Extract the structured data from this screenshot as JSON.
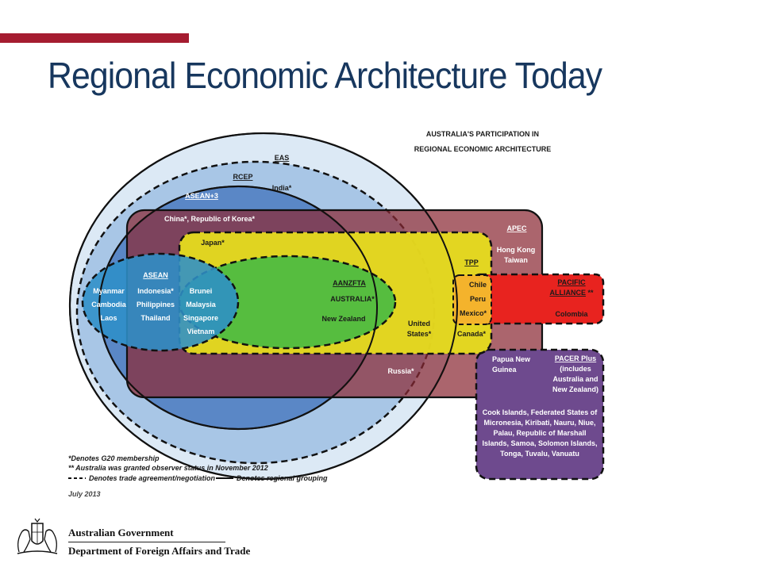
{
  "slide": {
    "title": "Regional Economic Architecture Today",
    "accent_color": "#a51c30",
    "title_color": "#17375e"
  },
  "diagram": {
    "header_line1": "AUSTRALIA'S PARTICIPATION IN",
    "header_line2": "REGIONAL ECONOMIC ARCHITECTURE",
    "eas": {
      "label": "EAS",
      "members": [
        "India*"
      ]
    },
    "rcep": {
      "label": "RCEP"
    },
    "asean_plus_3": {
      "label": "ASEAN+3",
      "members": [
        "China*, Republic of Korea*"
      ]
    },
    "japan": "Japan*",
    "apec": {
      "label": "APEC",
      "members": [
        "Hong Kong",
        "Taiwan"
      ]
    },
    "asean": {
      "label": "ASEAN",
      "col1": [
        "Myanmar",
        "Cambodia",
        "Laos"
      ],
      "col2": [
        "Indonesia*",
        "Philippines",
        "Thailand"
      ],
      "col3": [
        "Brunei",
        "Malaysia",
        "Singapore",
        "Vietnam"
      ]
    },
    "aanzfta": {
      "label": "AANZFTA",
      "australia": "AUSTRALIA*",
      "members": [
        "New Zealand"
      ]
    },
    "tpp": {
      "label": "TPP",
      "members": [
        "Chile",
        "Peru",
        "Mexico*"
      ]
    },
    "united_states": [
      "United",
      "States*"
    ],
    "canada": "Canada*",
    "russia": "Russia*",
    "pacific_alliance": {
      "label_line1": "PACIFIC",
      "label_line2": "ALLIANCE",
      "suffix": " **",
      "members": [
        "Colombia"
      ]
    },
    "pacer_plus": {
      "label": "PACER Plus",
      "note": [
        "(includes",
        "Australia and",
        "New Zealand)"
      ],
      "png": [
        "Papua New",
        "Guinea"
      ],
      "members": [
        "Cook Islands, Federated States of",
        "Micronesia, Kiribati, Nauru, Niue,",
        "Palau, Republic of Marshall",
        "Islands, Samoa, Solomon Islands,",
        "Tonga, Tuvalu, Vanuatu"
      ]
    },
    "legend": {
      "note1": "*Denotes G20 membership",
      "note2": "** Australia was granted observer status in November 2012",
      "dashed": "Denotes trade agreement/negotiation",
      "solid": "Denotes regional grouping",
      "date": "July 2013"
    },
    "colors": {
      "eas": "#dce9f5",
      "rcep": "#a8c6e6",
      "asean_plus_3": "#5a87c6",
      "apec": "#b0575a",
      "yellow": "#e6dc1e",
      "green": "#56bd3f",
      "asean": "#2e8fc8",
      "tpp": "#f4b32c",
      "pacific_alliance": "#e8231f",
      "pacer": "#6e4a8e"
    }
  },
  "footer": {
    "line1": "Australian Government",
    "line2": "Department of Foreign Affairs and Trade"
  }
}
